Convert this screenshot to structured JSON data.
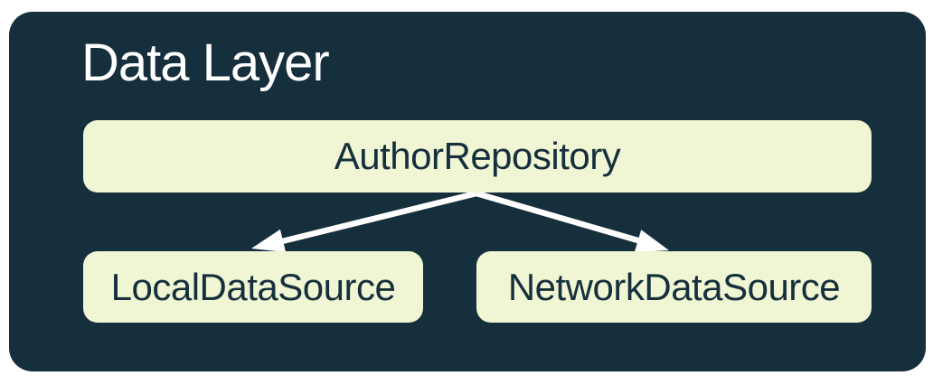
{
  "colors": {
    "page_bg": "#ffffff",
    "container_bg": "#162F3D",
    "node_bg": "#F0F6D3",
    "node_text": "#162F3D",
    "title_text": "#ffffff",
    "arrow": "#ffffff"
  },
  "diagram": {
    "title": "Data Layer",
    "nodes": [
      {
        "id": "author-repository",
        "label": "AuthorRepository"
      },
      {
        "id": "local-data-source",
        "label": "LocalDataSource"
      },
      {
        "id": "network-data-source",
        "label": "NetworkDataSource"
      }
    ],
    "edges": [
      {
        "from": "AuthorRepository",
        "to": "LocalDataSource"
      },
      {
        "from": "AuthorRepository",
        "to": "NetworkDataSource"
      }
    ]
  }
}
